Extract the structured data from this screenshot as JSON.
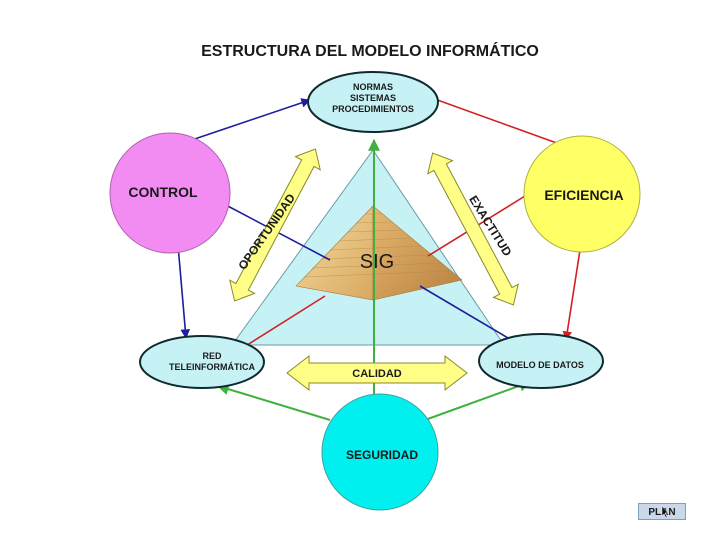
{
  "title": "ESTRUCTURA DEL MODELO INFORMÁTICO",
  "nodes": {
    "normas": [
      "NORMAS",
      "SISTEMAS",
      "PROCEDIMIENTOS"
    ],
    "control": "CONTROL",
    "eficiencia": "EFICIENCIA",
    "red": [
      "RED",
      "TELEINFORMÁTICA"
    ],
    "modelo": "MODELO DE DATOS",
    "seguridad": "SEGURIDAD",
    "sig": "SIG"
  },
  "arrows": {
    "oportunidad": "OPORTUNIDAD",
    "exactitud": "EXACTITUD",
    "calidad": "CALIDAD"
  },
  "colors": {
    "control_fill": "#f28cf2",
    "eficiencia_fill": "#ffff66",
    "seguridad_fill": "#00f0f0",
    "ellipse_fill": "#c6f2f6",
    "triangle_fill": "#c6f2f6",
    "arrow_fill": "#ffff88",
    "blue_line": "#1e1e9e",
    "red_line": "#d42020",
    "green_line": "#40b040"
  },
  "nav": {
    "plan_label": "PLAN"
  }
}
